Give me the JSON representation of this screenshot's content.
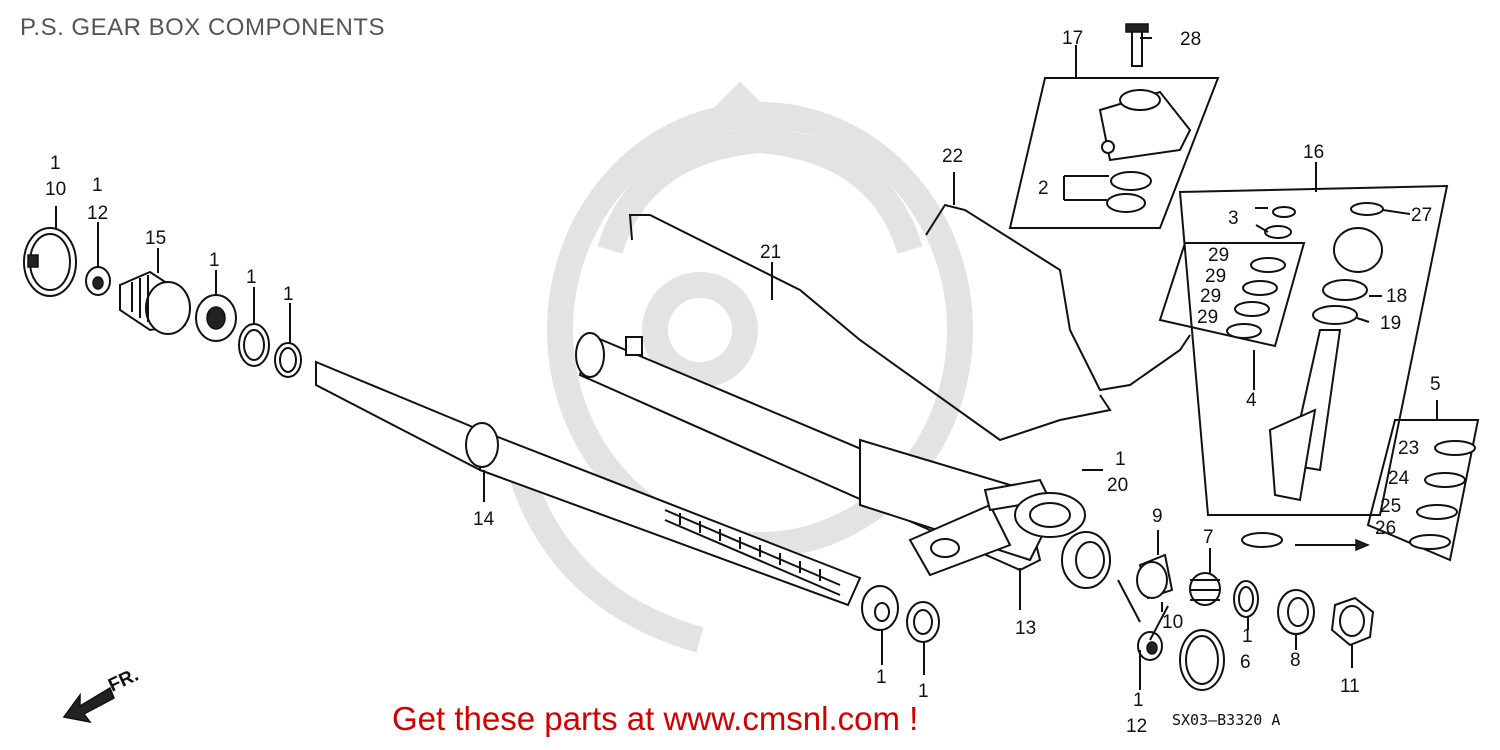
{
  "title": "P.S. GEAR BOX COMPONENTS",
  "promo": "Get these parts at www.cmsnl.com !",
  "diagram_code": "SX03–B3320",
  "diagram_code_suffix": "A",
  "front_arrow": "FR.",
  "callouts": {
    "c1": "1",
    "c2": "2",
    "c3": "3",
    "c4": "4",
    "c5": "5",
    "c6": "6",
    "c7": "7",
    "c8": "8",
    "c9": "9",
    "c10": "10",
    "c11": "11",
    "c12": "12",
    "c13": "13",
    "c14": "14",
    "c15": "15",
    "c16": "16",
    "c17": "17",
    "c18": "18",
    "c19": "19",
    "c20": "20",
    "c21": "21",
    "c22": "22",
    "c23": "23",
    "c24": "24",
    "c25": "25",
    "c26": "26",
    "c27": "27",
    "c28": "28",
    "c29": "29"
  },
  "colors": {
    "promo": "#d40000",
    "title": "#555555",
    "line_art": "#111111",
    "watermark": "#e3e3e3"
  }
}
